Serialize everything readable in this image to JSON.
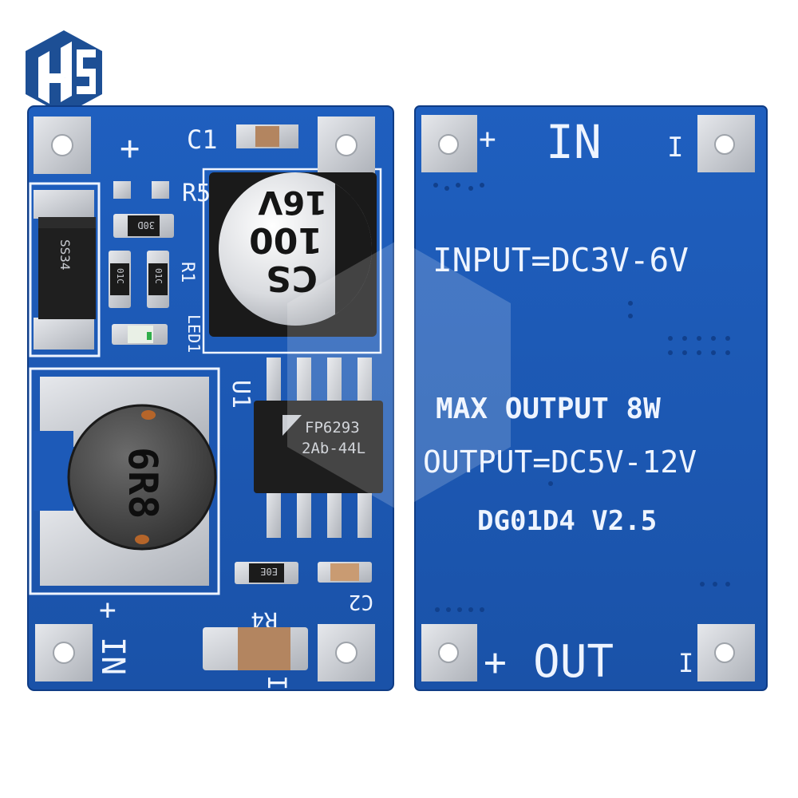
{
  "logo": {
    "text": "HS"
  },
  "left_board": {
    "labels": {
      "c1": "C1",
      "plus_top": "+",
      "r5": "R5",
      "r1": "R1",
      "led1": "LED1",
      "u1": "U1",
      "r4": "R4",
      "c2": "C2",
      "in": "IN",
      "plus_bottom": "+",
      "minus_bottom": "I"
    },
    "diode": {
      "marking": "SS34"
    },
    "resistors": {
      "r5_marking": "30D",
      "r1a_marking": "01C",
      "r1b_marking": "01C",
      "r4_marking": "E0E"
    },
    "capacitor": {
      "line1": "16V",
      "line2": "100",
      "line3": "CS"
    },
    "inductor": {
      "marking": "6R8"
    },
    "ic": {
      "line1": "FP6293",
      "line2": "2Ab-44L"
    }
  },
  "right_board": {
    "in_label": "IN",
    "in_plus": "+",
    "in_minus": "I",
    "input_spec": "INPUT=DC3V-6V",
    "max_output": "MAX OUTPUT 8W",
    "output_spec": "OUTPUT=DC5V-12V",
    "model": "DG01D4 V2.5",
    "out_label": "OUT",
    "out_plus": "+",
    "out_minus": "I"
  },
  "colors": {
    "pcb": "#1d5ab8",
    "pcb_dark": "#16489a",
    "silkscreen": "#eef4ff",
    "pad": "#c9cdd4",
    "component_black": "#1b1b1b"
  }
}
